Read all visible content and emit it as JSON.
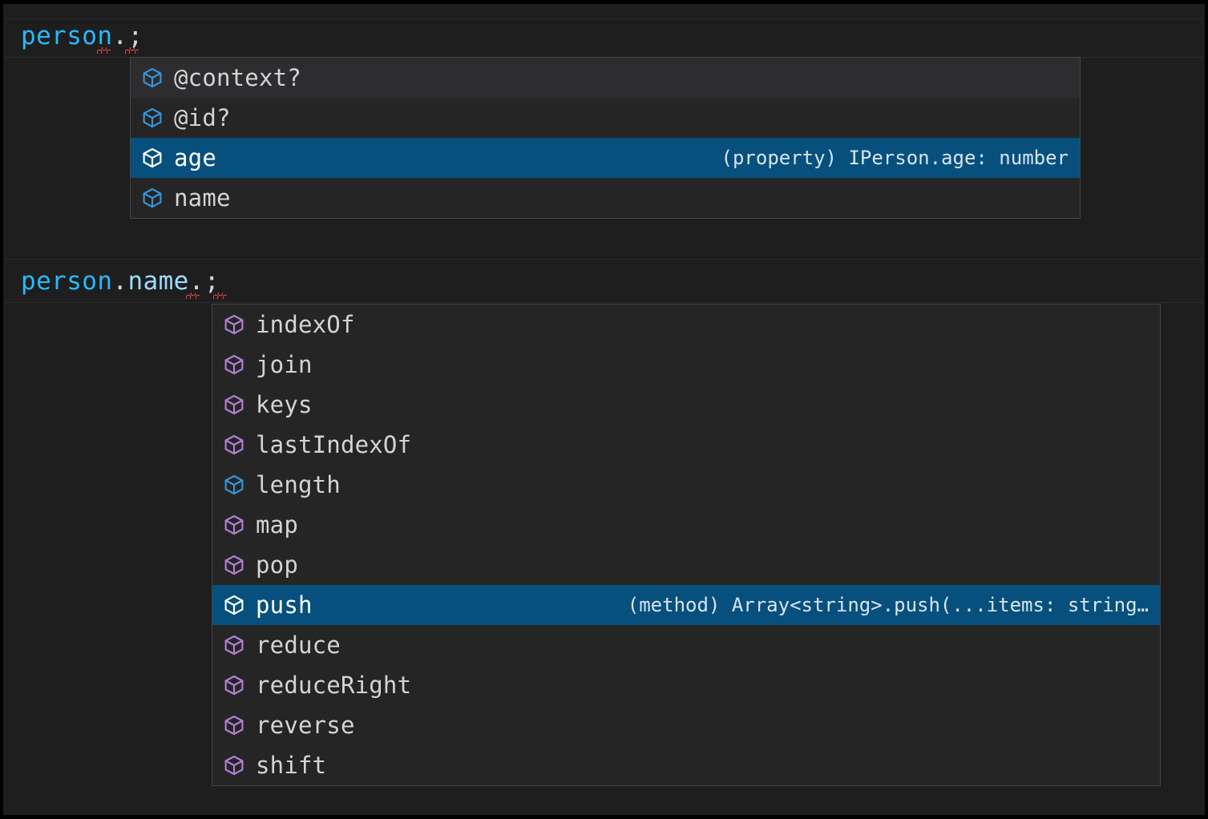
{
  "theme": {
    "editor_background": "#1E1E1E",
    "widget_background": "#252526",
    "widget_border": "#454545",
    "selection_background": "#07507D",
    "hover_background": "#2D2D30",
    "variable_color": "#29B8FF",
    "property_color": "#9CDCFE",
    "punctuation_color": "#D4D4D4",
    "error_squiggle_color": "#F14C4C",
    "icon_property_color": "#3794D8",
    "icon_method_color": "#B180D7",
    "icon_selected_color": "#FFFFFF",
    "label_color": "#D4D4D4",
    "detail_color": "#D8E4EE"
  },
  "code_lines": [
    {
      "name": "line-person",
      "tokens": [
        {
          "text": "person",
          "kind": "variable"
        },
        {
          "text": ".",
          "kind": "punct"
        },
        {
          "text": ";",
          "kind": "punct"
        }
      ],
      "full_text": "person.;",
      "has_error": true
    },
    {
      "name": "line-person-name",
      "tokens": [
        {
          "text": "person",
          "kind": "variable"
        },
        {
          "text": ".",
          "kind": "punct"
        },
        {
          "text": "name",
          "kind": "property"
        },
        {
          "text": ".",
          "kind": "punct"
        },
        {
          "text": ";",
          "kind": "punct"
        }
      ],
      "full_text": "person.name.;",
      "has_error": true
    }
  ],
  "suggest_widgets": [
    {
      "name": "suggest-widget-person",
      "for_expression": "person.",
      "items": [
        {
          "label": "@context?",
          "icon": "property-cube-icon",
          "icon_kind": "property",
          "state": "hover",
          "detail": ""
        },
        {
          "label": "@id?",
          "icon": "property-cube-icon",
          "icon_kind": "property",
          "state": "normal",
          "detail": ""
        },
        {
          "label": "age",
          "icon": "property-cube-icon",
          "icon_kind": "property",
          "state": "selected",
          "detail": "(property) IPerson.age: number"
        },
        {
          "label": "name",
          "icon": "property-cube-icon",
          "icon_kind": "property",
          "state": "normal",
          "detail": ""
        }
      ]
    },
    {
      "name": "suggest-widget-name",
      "for_expression": "person.name.",
      "items": [
        {
          "label": "indexOf",
          "icon": "method-cube-icon",
          "icon_kind": "method",
          "state": "normal",
          "detail": ""
        },
        {
          "label": "join",
          "icon": "method-cube-icon",
          "icon_kind": "method",
          "state": "normal",
          "detail": ""
        },
        {
          "label": "keys",
          "icon": "method-cube-icon",
          "icon_kind": "method",
          "state": "normal",
          "detail": ""
        },
        {
          "label": "lastIndexOf",
          "icon": "method-cube-icon",
          "icon_kind": "method",
          "state": "normal",
          "detail": ""
        },
        {
          "label": "length",
          "icon": "property-cube-icon",
          "icon_kind": "property",
          "state": "normal",
          "detail": ""
        },
        {
          "label": "map",
          "icon": "method-cube-icon",
          "icon_kind": "method",
          "state": "normal",
          "detail": ""
        },
        {
          "label": "pop",
          "icon": "method-cube-icon",
          "icon_kind": "method",
          "state": "normal",
          "detail": ""
        },
        {
          "label": "push",
          "icon": "method-cube-icon",
          "icon_kind": "method",
          "state": "selected",
          "detail": "(method) Array<string>.push(...items: string…"
        },
        {
          "label": "reduce",
          "icon": "method-cube-icon",
          "icon_kind": "method",
          "state": "normal",
          "detail": ""
        },
        {
          "label": "reduceRight",
          "icon": "method-cube-icon",
          "icon_kind": "method",
          "state": "normal",
          "detail": ""
        },
        {
          "label": "reverse",
          "icon": "method-cube-icon",
          "icon_kind": "method",
          "state": "normal",
          "detail": ""
        },
        {
          "label": "shift",
          "icon": "method-cube-icon",
          "icon_kind": "method",
          "state": "normal",
          "detail": ""
        }
      ]
    }
  ]
}
